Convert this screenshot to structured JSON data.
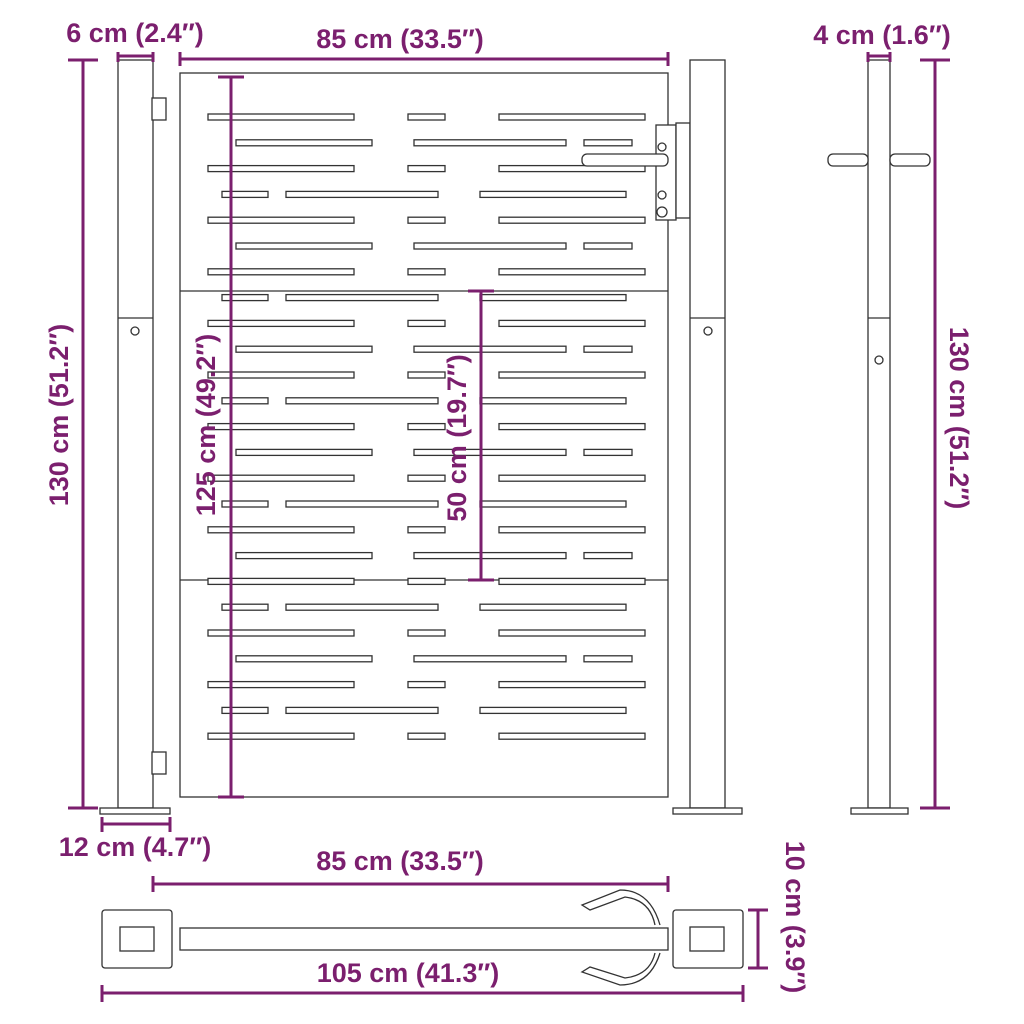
{
  "colors": {
    "dimension": "#7b1f6e",
    "drawing": "#333333"
  },
  "labels": {
    "post_width": "6 cm (2.4″)",
    "gate_width_top": "85 cm (33.5″)",
    "side_post_width": "4 cm (1.6″)",
    "post_height_left": "130 cm (51.2″)",
    "gate_height": "125 cm (49.2″)",
    "panel_height": "50 cm (19.7″)",
    "post_height_right": "130 cm (51.2″)",
    "base_plate_width": "12 cm (4.7″)",
    "gate_width_bottom": "85 cm (33.5″)",
    "plate_depth": "10 cm (3.9″)",
    "total_width": "105 cm (41.3″)"
  }
}
